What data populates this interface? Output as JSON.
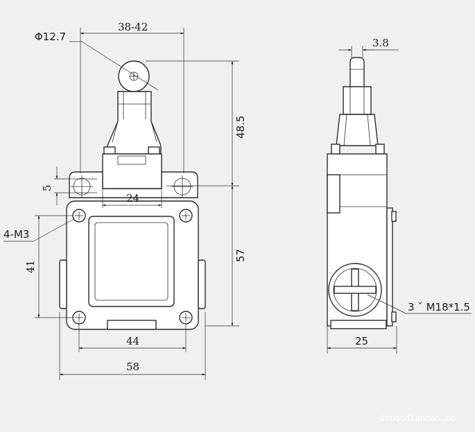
{
  "front_view": {
    "diameter_label": "Φ12.7",
    "width_range_label": "38-42",
    "height_upper_label": "48.5",
    "slot_offset_label": "5",
    "slot_spacing_label": "24",
    "mount_holes_label": "4-M3",
    "hole_vertical_label": "41",
    "height_lower_label": "57",
    "hole_horizontal_label": "44",
    "overall_width_label": "58"
  },
  "side_view": {
    "roller_width_label": "3.8",
    "thread_label": "3 ˇ M18*1.5",
    "depth_label": "25"
  },
  "watermark": "douqudiancan.co"
}
